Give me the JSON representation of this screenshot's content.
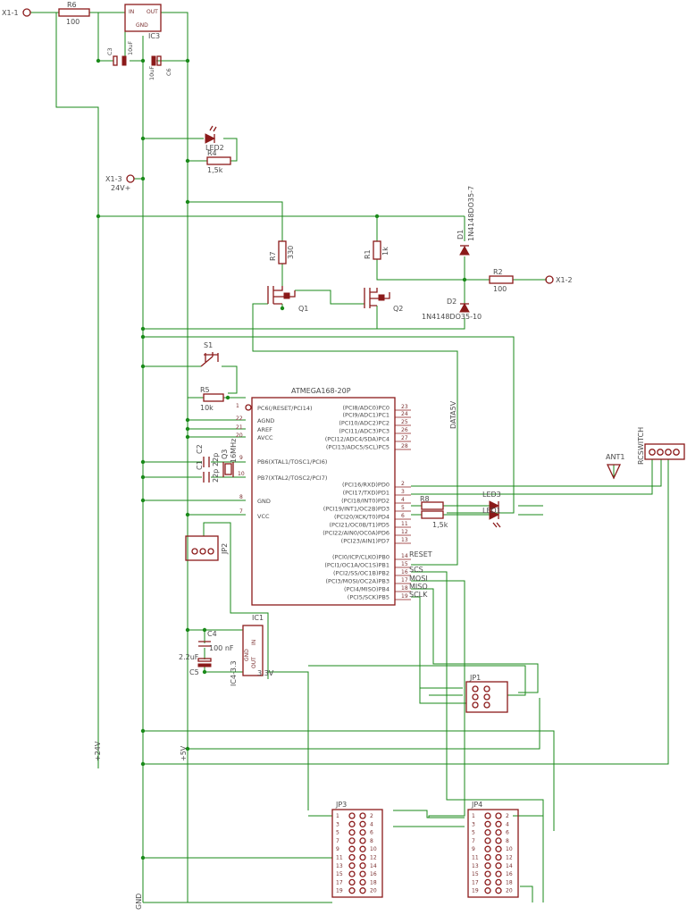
{
  "connectors": {
    "x1_1": "X1-1",
    "x1_2": "X1-2",
    "x1_3": "X1-3",
    "x1_3_value": "24V+"
  },
  "ic": {
    "ic3": {
      "name": "IC3",
      "pin_in": "IN",
      "pin_out": "OUT",
      "pin_gnd": "GND"
    },
    "ic1": {
      "name": "IC1",
      "pin_in": "IN",
      "pin_out": "OUT",
      "pin_gnd": "GND",
      "part": "IC4-3.3",
      "out_label": "3.3V"
    },
    "mcu": {
      "name": "ATMEGA168-20P",
      "left_pins": [
        {
          "num": "1",
          "name": "PC6(/RESET/PCI14)"
        },
        {
          "num": "22",
          "name": "AGND"
        },
        {
          "num": "21",
          "name": "AREF"
        },
        {
          "num": "20",
          "name": "AVCC"
        },
        {
          "num": "9",
          "name": "PB6(XTAL1/TOSC1/PCI6)"
        },
        {
          "num": "10",
          "name": "PB7(XTAL2/TOSC2/PCI7)"
        },
        {
          "num": "8",
          "name": "GND"
        },
        {
          "num": "7",
          "name": "VCC"
        }
      ],
      "right_pins": [
        {
          "num": "23",
          "name": "(PCI8/ADC0)PC0"
        },
        {
          "num": "24",
          "name": "(PCI9/ADC1)PC1"
        },
        {
          "num": "25",
          "name": "(PCI10/ADC2)PC2"
        },
        {
          "num": "26",
          "name": "(PCI11/ADC3)PC3"
        },
        {
          "num": "27",
          "name": "(PCI12/ADC4/SDA)PC4"
        },
        {
          "num": "28",
          "name": "(PCI13/ADC5/SCL)PC5"
        },
        {
          "num": "2",
          "name": "(PCI16/RXD)PD0"
        },
        {
          "num": "3",
          "name": "(PCI17/TXD)PD1"
        },
        {
          "num": "4",
          "name": "(PCI18/INT0)PD2"
        },
        {
          "num": "5",
          "name": "(PCI19/INT1/OC2B)PD3"
        },
        {
          "num": "6",
          "name": "(PCI20/XCK/T0)PD4"
        },
        {
          "num": "11",
          "name": "(PCI21/OC0B/T1)PD5"
        },
        {
          "num": "12",
          "name": "(PCI22/AIN0/OC0A)PD6"
        },
        {
          "num": "13",
          "name": "(PCI23/AIN1)PD7"
        },
        {
          "num": "14",
          "name": "(PCI0/ICP/CLKO)PB0"
        },
        {
          "num": "15",
          "name": "(PCI1/OC1A/OC1S)PB1"
        },
        {
          "num": "16",
          "name": "(PCI2/SS/OC1B)PB2"
        },
        {
          "num": "17",
          "name": "(PCI3/MOSI/OC2A)PB3"
        },
        {
          "num": "18",
          "name": "(PCI4/MISO)PB4"
        },
        {
          "num": "19",
          "name": "(PCI5/SCK)PB5"
        }
      ]
    }
  },
  "parts": {
    "r6": {
      "name": "R6",
      "value": "100"
    },
    "r4": {
      "name": "R4",
      "value": "1,5k"
    },
    "r7": {
      "name": "R7",
      "value": "330"
    },
    "r1": {
      "name": "R1",
      "value": "1k"
    },
    "r2": {
      "name": "R2",
      "value": "100"
    },
    "r5": {
      "name": "R5",
      "value": "10k"
    },
    "r8": {
      "name": "R8",
      "value": "1,5k"
    },
    "c3": {
      "name": "C3",
      "value": "10uF"
    },
    "c6": {
      "name": "C6",
      "value": "10uF"
    },
    "c1": {
      "name": "C1",
      "value": "22p"
    },
    "c2": {
      "name": "C2",
      "value": "22p"
    },
    "c4": {
      "name": "C4",
      "value": "100 nF"
    },
    "c5": {
      "name": "C5",
      "value": "2.2uF"
    },
    "q3": {
      "name": "Q3",
      "value": "16MHz"
    },
    "d1": {
      "name": "D1",
      "value": "1N4148DO35-7"
    },
    "d2": {
      "name": "D2",
      "value": "1N4148DO35-10"
    },
    "q1": {
      "name": "Q1"
    },
    "q2": {
      "name": "Q2"
    },
    "s1": {
      "name": "S1"
    },
    "led2": {
      "name": "LED2"
    },
    "led3": {
      "name": "LED3"
    },
    "led1": {
      "name": "LED1"
    },
    "ant1": {
      "name": "ANT1"
    },
    "rcswitch": {
      "name": "RCSWITCH"
    },
    "jp1": {
      "name": "JP1"
    },
    "jp2": {
      "name": "JP2"
    },
    "jp3": {
      "name": "JP3"
    },
    "jp4": {
      "name": "JP4"
    }
  },
  "nets": {
    "data5v": "DATA5V",
    "reset": "RESET",
    "scs": "SCS",
    "mosi": "MOSI",
    "miso": "MISO",
    "sclk": "SCLK",
    "plus24v": "+24V",
    "plus5v": "+5V",
    "gnd": "GND"
  },
  "header_pins": {
    "jp3_left": [
      "1",
      "3",
      "5",
      "7",
      "9",
      "11",
      "13",
      "15",
      "17",
      "19"
    ],
    "jp3_right": [
      "2",
      "4",
      "6",
      "8",
      "10",
      "12",
      "14",
      "16",
      "18",
      "20"
    ]
  },
  "colors": {
    "wire": "#1a8a1a",
    "component": "#8b1a1a",
    "text": "#4a4a4a",
    "background": "#ffffff"
  }
}
